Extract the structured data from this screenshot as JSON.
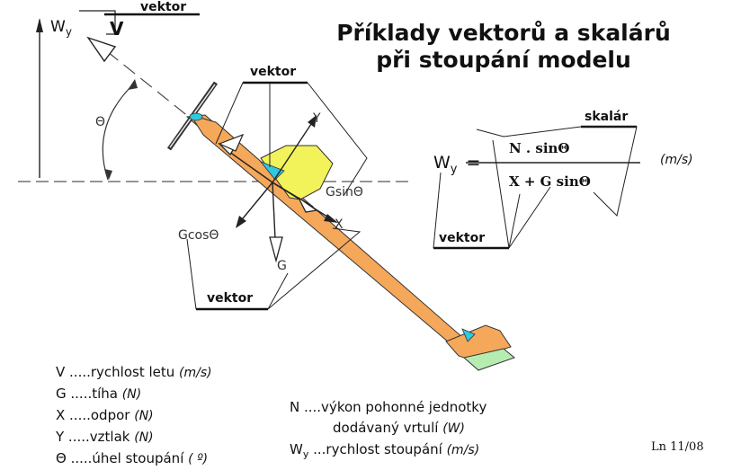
{
  "title": {
    "line1": "Příklady vektorů a skalárů",
    "line2": "při stoupání modelu"
  },
  "tags": {
    "vektor_top": "vektor",
    "vektor_mid": "vektor",
    "vektor_bottom": "vektor",
    "vektor_right": "vektor",
    "skalar": "skalár"
  },
  "diagram_labels": {
    "wy": "W",
    "wy_sub": "y",
    "v": "V",
    "theta": "Θ",
    "y": "Y",
    "x": "X",
    "g": "G",
    "gsin": "Gsin",
    "gsin_theta": "Θ",
    "gcos": "Gcos",
    "gcos_theta": "Θ"
  },
  "formula": {
    "lhs": "W",
    "lhs_sub": "y",
    "equals": "=",
    "numerator": "N . sinΘ",
    "denominator": "X + G sinΘ",
    "unit": "(m/s)"
  },
  "legend_left": [
    {
      "text": "V .....rychlost letu",
      "unit": "(m/s)"
    },
    {
      "text": "G .....tíha",
      "unit": "(N)"
    },
    {
      "text": "X .....odpor",
      "unit": "(N)"
    },
    {
      "text": "Y .....vztlak",
      "unit": "(N)"
    },
    {
      "text": "Θ .....úhel stoupání",
      "unit": "( º)"
    }
  ],
  "legend_right": {
    "n_line1": "N ....výkon pohonné jednotky",
    "n_line2": "dodávaný vrtulí",
    "n_unit": "(W)",
    "wy_symbol": "W",
    "wy_sub": "y",
    "wy_text": " ...rychlost stoupání",
    "wy_unit": "(m/s)"
  },
  "footer": "Ln 11/08",
  "colors": {
    "fuselage": "#f5a85a",
    "wing": "#f2f25a",
    "tail_green": "#b6ecb0",
    "cyan": "#30c8e0",
    "ink": "#222222"
  }
}
